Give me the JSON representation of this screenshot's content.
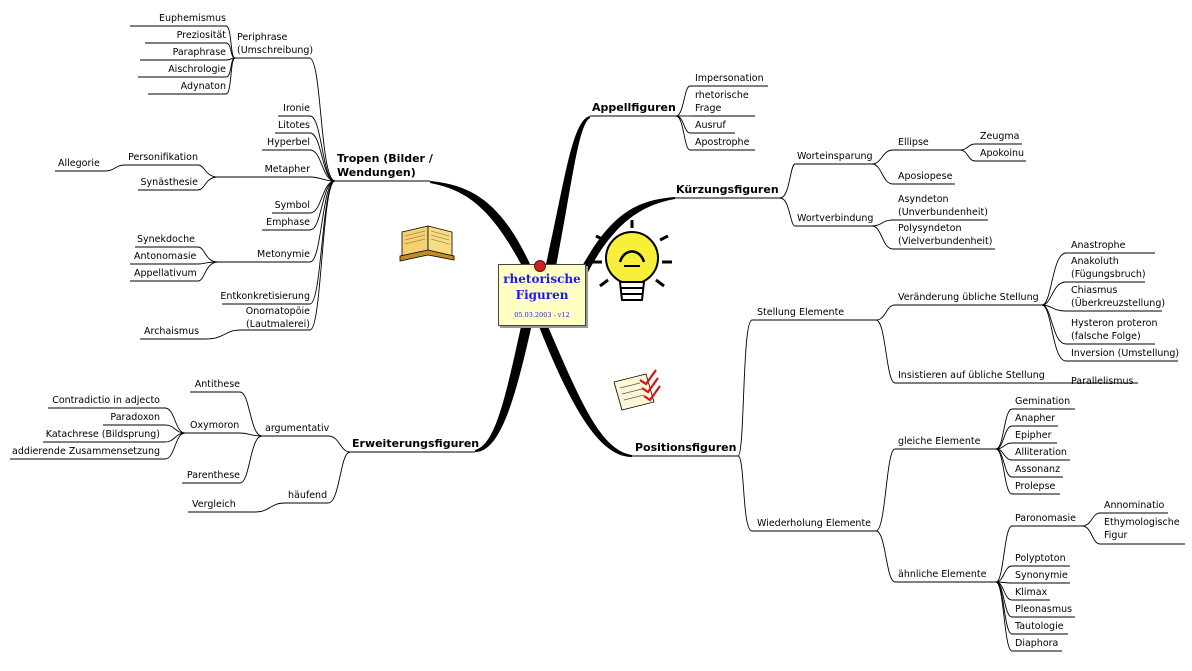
{
  "center": {
    "title": "rhetorische\nFiguren",
    "date": "05.03.2003 - v12"
  },
  "icons": [
    "book-icon",
    "lightbulb-icon",
    "checklist-icon",
    "pin-icon",
    "note-icon"
  ],
  "colors": {
    "center_fill": "#ffffc4",
    "center_text": "#1a1aee",
    "pin": "#cc2222",
    "lines": "#000000"
  },
  "map": {
    "tropen": {
      "label": "Tropen (Bilder /\nWendungen)",
      "periphrase": {
        "label": "Periphrase\n(Umschreibung)",
        "items": [
          "Euphemismus",
          "Preziosität",
          "Paraphrase",
          "Aischrologie",
          "Adynaton"
        ]
      },
      "ironie": "Ironie",
      "litotes": "Litotes",
      "hyperbel": "Hyperbel",
      "metapher": {
        "label": "Metapher",
        "personifikation": "Personifikation",
        "allegorie": "Allegorie",
        "synaesthesie": "Synästhesie"
      },
      "symbol": "Symbol",
      "emphase": "Emphase",
      "metonymie": {
        "label": "Metonymie",
        "items": [
          "Synekdoche",
          "Antonomasie",
          "Appellativum"
        ]
      },
      "entkonkretisierung": "Entkonkretisierung",
      "onomatopoeie": "Onomatopöie\n(Lautmalerei)",
      "archaismus": "Archaismus"
    },
    "erweiterung": {
      "label": "Erweiterungsfiguren",
      "argumentativ": {
        "label": "argumentativ",
        "antithese": "Antithese",
        "oxymoron": {
          "label": "Oxymoron",
          "items": [
            "Contradictio in adjecto",
            "Paradoxon",
            "Katachrese (Bildsprung)",
            "addierende Zusammensetzung"
          ]
        },
        "parenthese": "Parenthese"
      },
      "haeufend": {
        "label": "häufend",
        "vergleich": "Vergleich"
      }
    },
    "appell": {
      "label": "Appellfiguren",
      "items": [
        "Impersonation",
        "rhetorische\nFrage",
        "Ausruf",
        "Apostrophe"
      ]
    },
    "kuerzung": {
      "label": "Kürzungsfiguren",
      "worteinsparung": {
        "label": "Worteinsparung",
        "ellipse": {
          "label": "Ellipse",
          "items": [
            "Zeugma",
            "Apokoinu"
          ]
        },
        "aposiopese": "Aposiopese"
      },
      "wortverbindung": {
        "label": "Wortverbindung",
        "items": [
          "Asyndeton\n(Unverbundenheit)",
          "Polysyndeton\n(Vielverbundenheit)"
        ]
      }
    },
    "position": {
      "label": "Positionsfiguren",
      "stellung": {
        "label": "Stellung Elemente",
        "veraenderung": {
          "label": "Veränderung übliche Stellung",
          "items": [
            "Anastrophe",
            "Anakoluth\n(Fügungsbruch)",
            "Chiasmus\n(Überkreuzstellung)",
            "Hysteron proteron\n(falsche Folge)",
            "Inversion (Umstellung)"
          ]
        },
        "insistieren": {
          "label": "Insistieren auf übliche Stellung",
          "parallelismus": "Parallelismus"
        }
      },
      "wiederholung": {
        "label": "Wiederholung Elemente",
        "gleiche": {
          "label": "gleiche Elemente",
          "items": [
            "Gemination",
            "Anapher",
            "Epipher",
            "Alliteration",
            "Assonanz",
            "Prolepse"
          ]
        },
        "aehnliche": {
          "label": "ähnliche Elemente",
          "paronomasie": {
            "label": "Paronomasie",
            "items": [
              "Annominatio",
              "Ethymologische\nFigur"
            ]
          },
          "items": [
            "Polyptoton",
            "Synonymie",
            "Klimax",
            "Pleonasmus",
            "Tautologie",
            "Diaphora"
          ]
        }
      }
    }
  }
}
